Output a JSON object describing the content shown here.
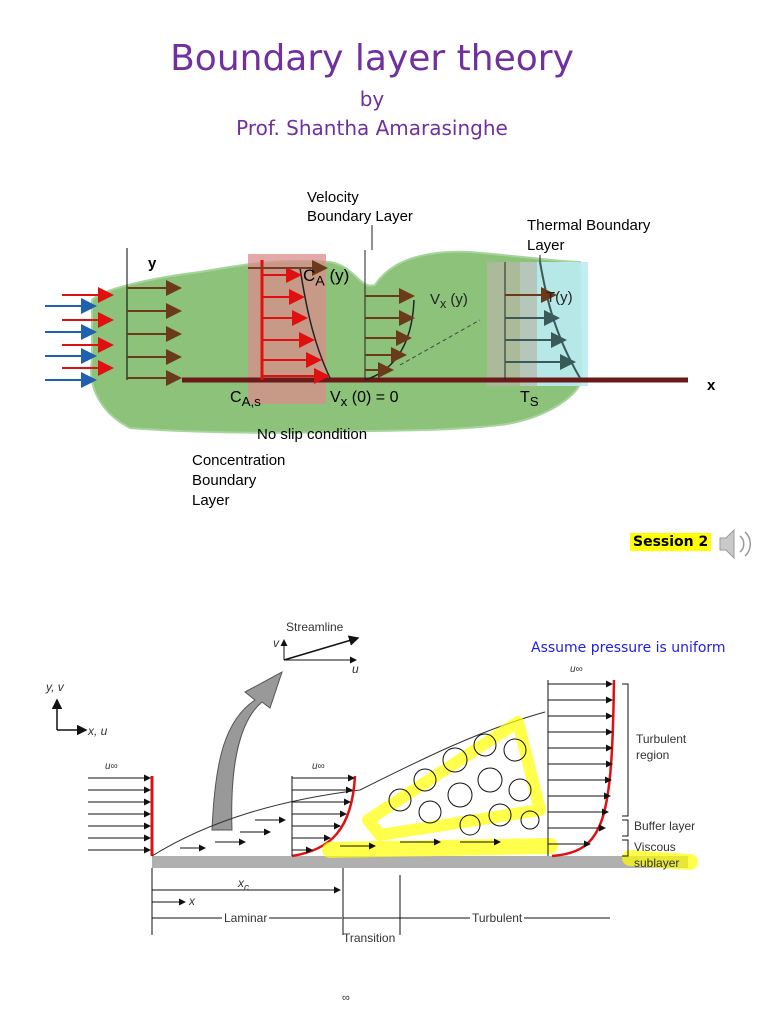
{
  "title": "Boundary layer theory",
  "subtitle_by": "by",
  "author": "Prof. Shantha Amarasinghe",
  "diagram1": {
    "velocity_bl_label_1": "Velocity",
    "velocity_bl_label_2": "Boundary Layer",
    "thermal_bl_label_1": "Thermal Boundary",
    "thermal_bl_label_2": "Layer",
    "y_axis": "y",
    "x_axis": "x",
    "ca_y": "C",
    "ca_y_sub": "A",
    "ca_y_suffix": " (y)",
    "vx_y": "V",
    "vx_y_sub": "x",
    "vx_y_suffix": " (y)",
    "t_y": "T(y)",
    "cas": "C",
    "cas_sub": "A,s",
    "vx0": "V",
    "vx0_sub": "x",
    "vx0_suffix": " (0) = 0",
    "ts": "T",
    "ts_sub": "S",
    "no_slip": "No slip condition",
    "conc_1": "Concentration",
    "conc_2": "Boundary",
    "conc_3": "Layer"
  },
  "session_label": "Session 2",
  "speaker_icon": "speaker-icon",
  "assume_text": "Assume pressure is uniform",
  "diagram2": {
    "streamline": "Streamline",
    "v": "v",
    "u": "u",
    "yv_axis": "y, v",
    "xu_axis": "x, u",
    "u_inf": "u∞",
    "turbulent_region_1": "Turbulent",
    "turbulent_region_2": "region",
    "buffer_layer": "Buffer layer",
    "viscous_1": "Viscous",
    "viscous_2": "sublayer",
    "xc": "x",
    "xc_sub": "c",
    "x": "x",
    "laminar": "Laminar",
    "transition": "Transition",
    "turbulent": "Turbulent"
  },
  "footer_symbol": "∞",
  "colors": {
    "title": "#7030a0",
    "green_region": "#8cc27a",
    "plate": "#6b1a1a",
    "arrow_brown": "#6b3a1a",
    "red_arrow": "#e01010",
    "blue_arrow": "#2060b0",
    "highlight": "#ffff00"
  }
}
